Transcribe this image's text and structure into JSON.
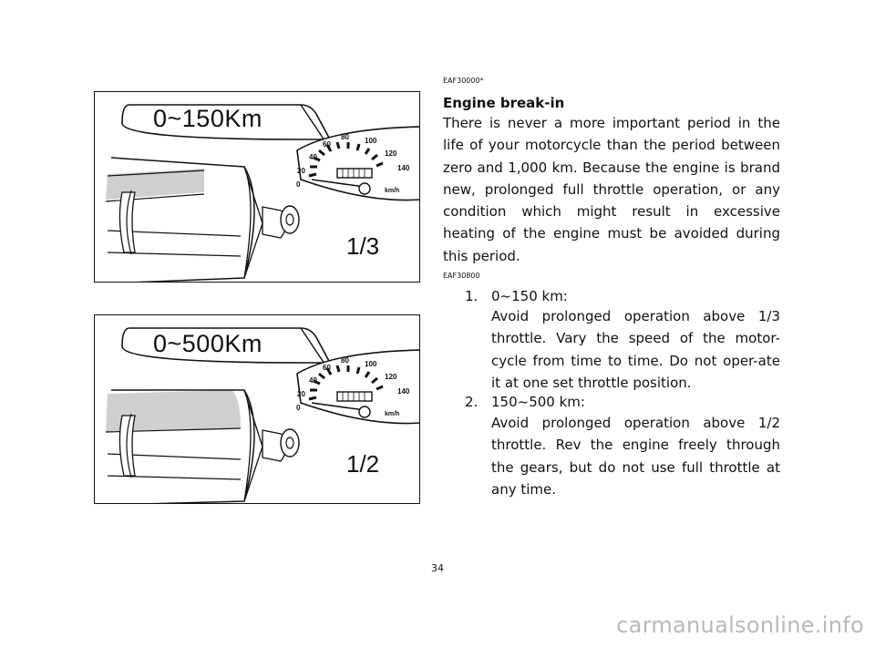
{
  "figures": [
    {
      "speed_label": "0~150Km",
      "throttle_fraction": "1/3",
      "throttle_level": 0.333
    },
    {
      "speed_label": "0~500Km",
      "throttle_fraction": "1/2",
      "throttle_level": 0.5
    }
  ],
  "speedometer": {
    "ticks": [
      "0",
      "20",
      "40",
      "60",
      "80",
      "100",
      "120",
      "140"
    ],
    "unit": "km/h"
  },
  "section": {
    "code": "EAF30000*",
    "heading": "Engine break-in",
    "intro": "There is never a more important period in the life of your motorcycle than the period between zero and 1,000 km. Because the engine is brand new, prolonged full throttle operation, or any condition which might result in excessive heating of the engine must be avoided during this period.",
    "list_code": "EAF30800",
    "items": [
      {
        "number": "1.",
        "head": "0~150 km:",
        "body": "Avoid prolonged operation above 1/3 throttle. Vary the speed of the motor-cycle from time to time. Do not oper-ate it at one set throttle position."
      },
      {
        "number": "2.",
        "head": "150~500 km:",
        "body": "Avoid prolonged operation above 1/2 throttle. Rev the engine freely through the gears, but do not use full throttle at any time."
      }
    ]
  },
  "page_number": "34",
  "watermark": "carmanualsonline.info",
  "colors": {
    "throttle_fill": "#cfcfcf",
    "line": "#111111"
  }
}
